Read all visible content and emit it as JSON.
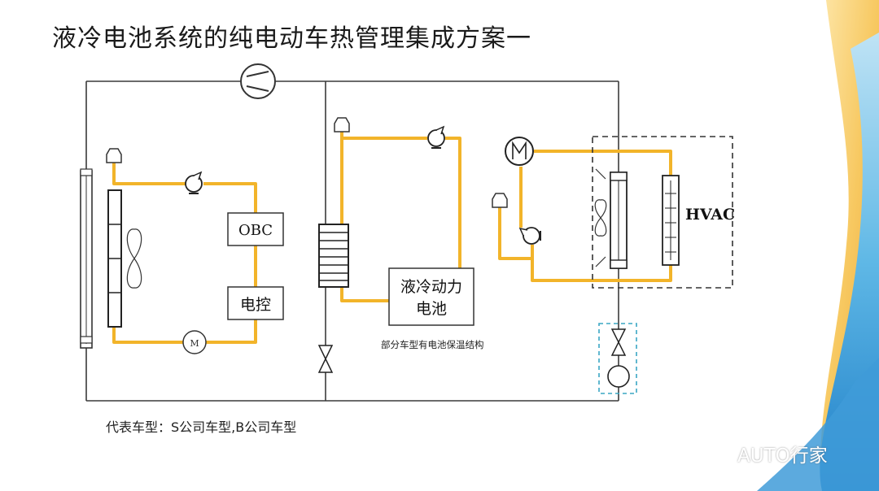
{
  "title": "液冷电池系统的纯电动车热管理集成方案一",
  "components": {
    "obc": "OBC",
    "motor_controller": "电控",
    "battery": [
      "液冷动力",
      "电池"
    ],
    "hvac": "HVAC",
    "motor_symbol": "M"
  },
  "annotations": {
    "battery_insulation": "部分车型有电池保温结构"
  },
  "footnote": "代表车型：S公司车型,B公司车型",
  "watermark": "AUTO行家",
  "colors": {
    "coolant_loop": "#f2b42a",
    "refrigerant_line": "#3a3a3a",
    "dashed_box": "#333333",
    "expansion_box": "#3aa7c4",
    "background_wave": "#2d8fd0"
  }
}
